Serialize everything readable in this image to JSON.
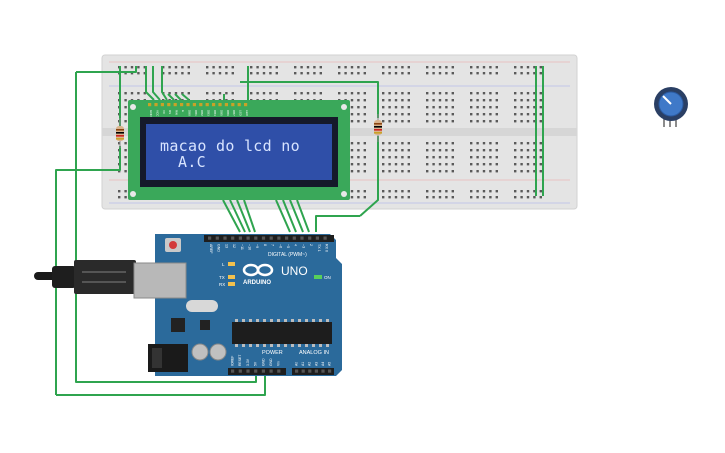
{
  "lcd": {
    "line1": "macao do lcd no",
    "line2": "A.C",
    "pin_labels": [
      "GND",
      "VCC",
      "V0",
      "RS",
      "RW",
      "E",
      "DB0",
      "DB1",
      "DB2",
      "DB3",
      "DB4",
      "DB5",
      "DB6",
      "DB7",
      "LED",
      "LED"
    ]
  },
  "arduino": {
    "logo_text": "ARDUINO",
    "model": "UNO",
    "digital_label": "DIGITAL (PWM~)",
    "power_label": "POWER",
    "analog_label": "ANALOG IN",
    "tx_label": "TX",
    "rx_label": "RX",
    "l_label": "L",
    "on_label": "ON",
    "digital_pins": [
      "AREF",
      "GND",
      "13",
      "12",
      "~11",
      "~10",
      "~9",
      "8",
      "7",
      "~6",
      "~5",
      "4",
      "~3",
      "2",
      "TX 1",
      "RX 0"
    ],
    "power_pins": [
      "IOREF",
      "RESET",
      "3.3V",
      "5V",
      "GND",
      "GND",
      "Vin"
    ],
    "analog_pins": [
      "A0",
      "A1",
      "A2",
      "A3",
      "A4",
      "A5"
    ]
  },
  "colors": {
    "wire": "#2fa44f",
    "breadboard": "#e4e4e4",
    "lcd_pcb": "#3aa85a",
    "lcd_screen": "#2f4fa8",
    "arduino_board": "#2b6a9b"
  }
}
